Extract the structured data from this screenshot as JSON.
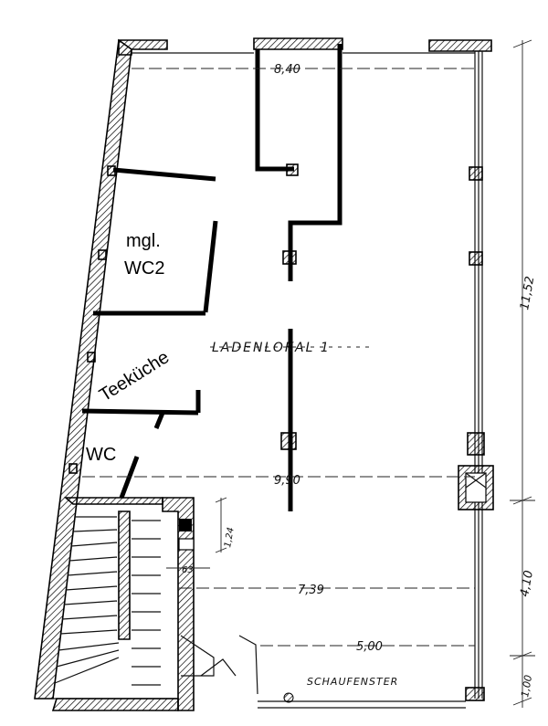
{
  "rooms": {
    "shop": "LADENLOKAL 1",
    "wc2_line1": "mgl.",
    "wc2_line2": "WC2",
    "kitchen": "Teeküche",
    "wc": "WC",
    "shopwindow": "SCHAUFENSTER"
  },
  "dimensions": {
    "top_width": "8,40",
    "middle_width": "9,90",
    "lower_width": "7,39",
    "front_width": "5,00",
    "right_upper": "11,52",
    "right_middle": "4,10",
    "right_lower": "1,00",
    "stair_height": "1,24",
    "small_offset": "63"
  },
  "colors": {
    "ink": "#000000",
    "paper": "#ffffff"
  }
}
